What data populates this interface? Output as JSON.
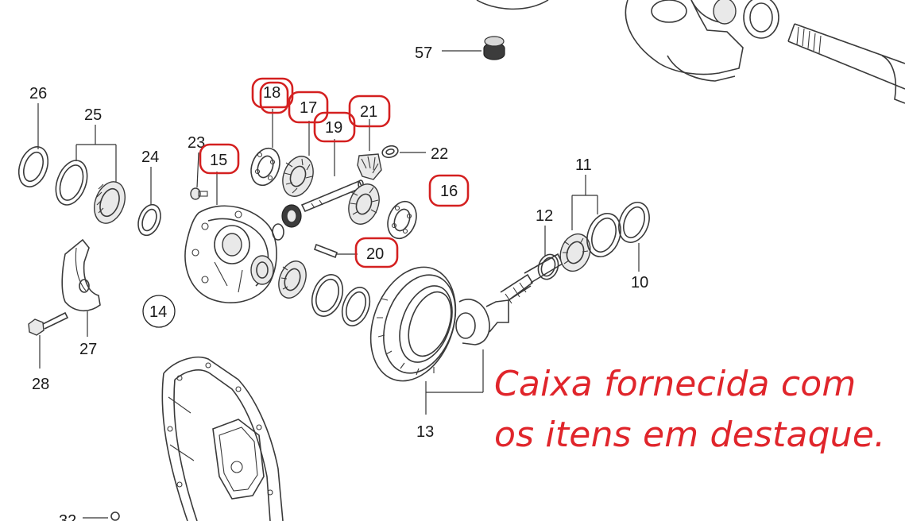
{
  "labels": {
    "p57": "57",
    "p26": "26",
    "p25": "25",
    "p18": "18",
    "p17": "17",
    "p21": "21",
    "p19": "19",
    "p23": "23",
    "p15": "15",
    "p24": "24",
    "p22": "22",
    "p16": "16",
    "p11": "11",
    "p12": "12",
    "p20": "20",
    "p10": "10",
    "p14": "14",
    "p27": "27",
    "p28": "28",
    "p13": "13",
    "p32": "32"
  },
  "note": {
    "line1": "Caixa fornecida com",
    "line2": "os itens em destaque."
  },
  "colors": {
    "highlight": "#d42020",
    "note_text": "#e0252b"
  }
}
